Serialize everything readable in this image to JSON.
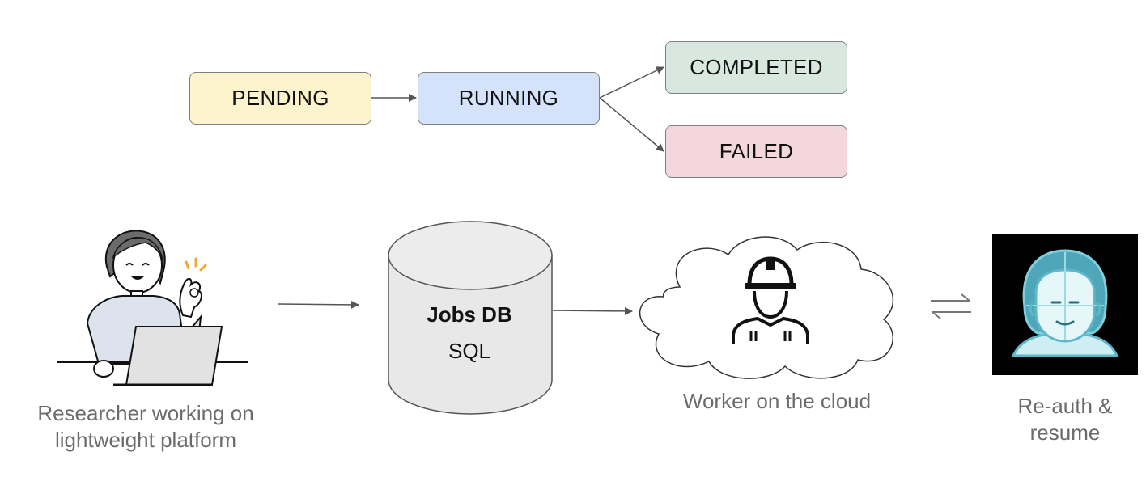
{
  "states": {
    "pending": "PENDING",
    "running": "RUNNING",
    "completed": "COMPLETED",
    "failed": "FAILED"
  },
  "colors": {
    "pending": "#fdf3cd",
    "running": "#d4e3fb",
    "completed": "#d8e8e0",
    "failed": "#f4d7dd",
    "faceTile": "#000000",
    "faceTeal": "#5fb8c9"
  },
  "database": {
    "title": "Jobs DB",
    "subtitle": "SQL"
  },
  "captions": {
    "researcher_line1": "Researcher working on",
    "researcher_line2": "lightweight platform",
    "worker": "Worker on the cloud",
    "reauth_line1": "Re-auth &",
    "reauth_line2": "resume"
  },
  "icons": {
    "researcher": "researcher-with-laptop-icon",
    "database": "database-cylinder-icon",
    "cloud": "cloud-icon",
    "worker": "hardhat-worker-icon",
    "swap": "swap-arrows-icon",
    "face": "face-scan-icon"
  }
}
